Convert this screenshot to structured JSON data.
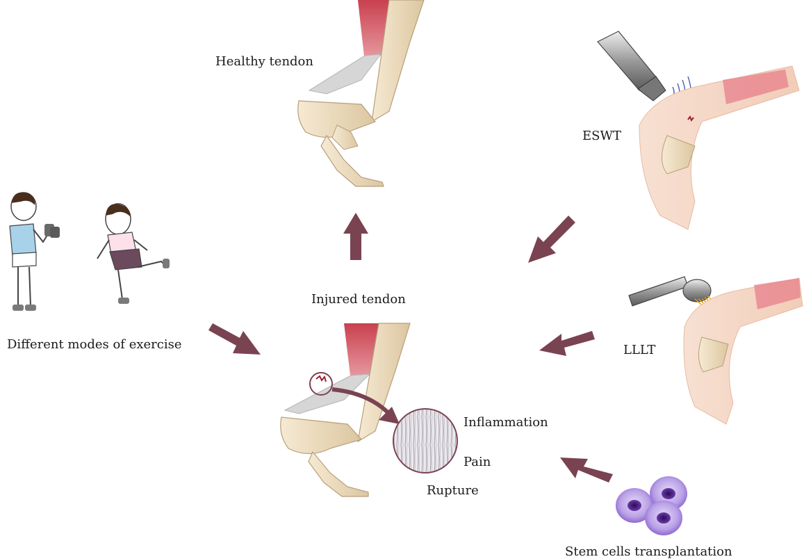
{
  "labels": {
    "healthy_tendon": "Healthy tendon",
    "injured_tendon": "Injured tendon",
    "exercise": "Different modes of exercise",
    "eswt": "ESWT",
    "lllt": "LLLT",
    "stem_cells": "Stem cells transplantation",
    "inflammation": "Inflammation",
    "pain": "Pain",
    "rupture": "Rupture"
  },
  "colors": {
    "arrow": "#7a4352",
    "muscle": "#d0505e",
    "bone": "#ecdcbf",
    "bone_stroke": "#b79e7a",
    "tendon": "#c9c9c9",
    "skin": "#f5d9c8",
    "cell": "#b08fe0",
    "nucleus": "#5a2a8a",
    "laser": "#f2a400",
    "wave": "#4a5fb8"
  }
}
